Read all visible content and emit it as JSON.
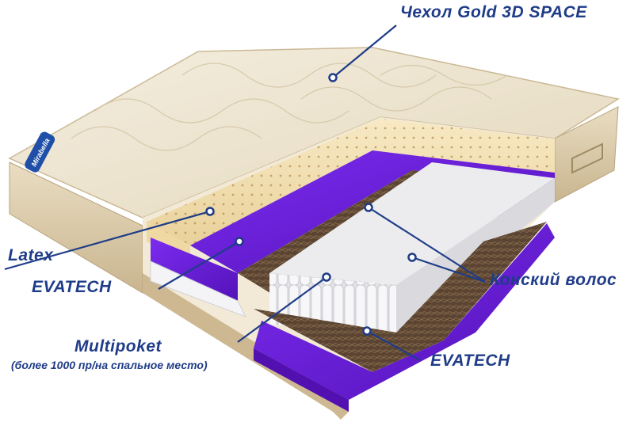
{
  "labels": {
    "cover": "Чехол Gold 3D SPACE",
    "latex": "Latex",
    "evatech_top": "EVATECH",
    "horsehair": "Конский волос",
    "multipoket": "Multipoket",
    "multipoket_note": "(более 1000 пр/на спальное место)",
    "evatech_bottom": "EVATECH"
  },
  "brand_tag": "Mirabella",
  "colors": {
    "label_text": "#1f3c88",
    "leader_line": "#1f3c88",
    "cover_fabric": "#efe7d4",
    "latex": "#f3dfae",
    "evatech": "#6a1fd6",
    "horsehair": "#5a4634",
    "springs": "#f1f1f3"
  }
}
